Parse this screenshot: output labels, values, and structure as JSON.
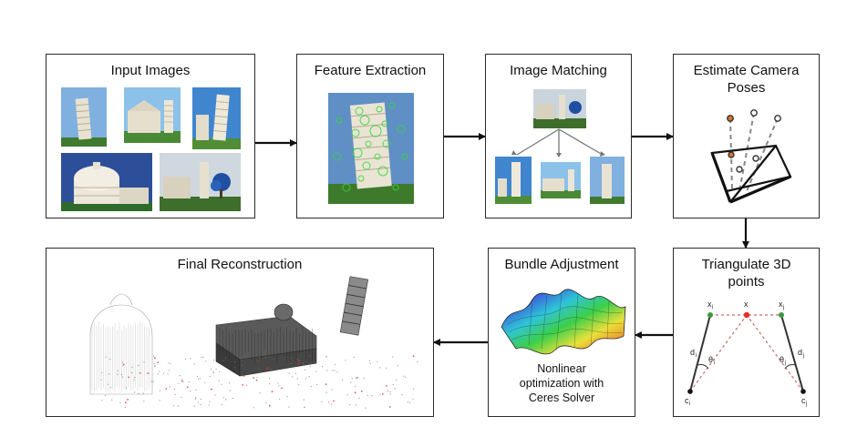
{
  "steps": {
    "input_images": {
      "title": "Input Images"
    },
    "feature_extraction": {
      "title": "Feature Extraction"
    },
    "image_matching": {
      "title": "Image Matching"
    },
    "estimate_camera_poses": {
      "title_line1": "Estimate Camera",
      "title_line2": "Poses"
    },
    "triangulate": {
      "title_line1": "Triangulate 3D",
      "title_line2": "points",
      "labels": {
        "x_left": "x",
        "x_center": "x",
        "x_right": "x",
        "i": "i",
        "j": "j",
        "d": "d",
        "theta": "θ",
        "c": "c"
      }
    },
    "bundle_adjustment": {
      "title": "Bundle Adjustment",
      "caption_line1": "Nonlinear",
      "caption_line2": "optimization with",
      "caption_line3": "Ceres Solver"
    },
    "final_reconstruction": {
      "title": "Final Reconstruction"
    }
  },
  "colors": {
    "border": "#2b2b2b",
    "arrow": "#111111",
    "sky": "#6fa3d8",
    "grass": "#3f7a2e",
    "marble": "#e8e2d2",
    "feature_point": "#39d63a",
    "camera_center": "#d9782b",
    "triangulated_point": "#e0312b"
  },
  "icons": {
    "flow_arrow": "arrow-right-icon",
    "down_arrow": "arrow-down-icon"
  }
}
